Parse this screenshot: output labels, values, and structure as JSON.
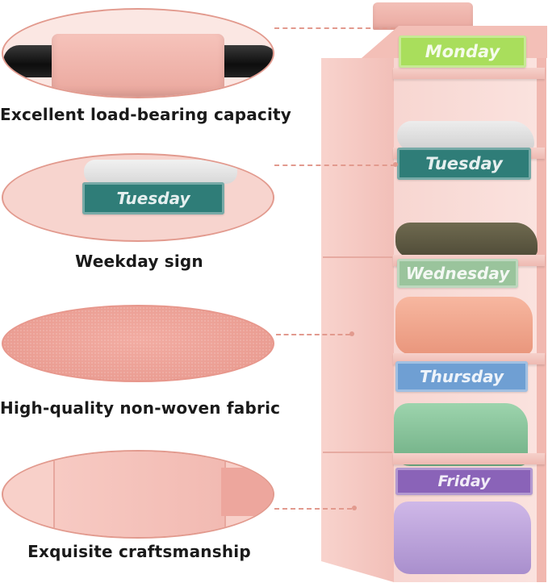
{
  "callouts": [
    {
      "label": "Excellent load-bearing capacity",
      "icon": "hanging-bar-closeup"
    },
    {
      "label": "Weekday sign",
      "icon": "label-closeup",
      "sample_tag": "Tuesday"
    },
    {
      "label": "High-quality non-woven fabric",
      "icon": "fabric-texture-closeup"
    },
    {
      "label": "Exquisite craftsmanship",
      "icon": "side-pocket-closeup"
    }
  ],
  "day_tags": [
    {
      "day": "Monday",
      "color": "#a9de5c"
    },
    {
      "day": "Tuesday",
      "color": "#2f7d78"
    },
    {
      "day": "Wednesday",
      "color": "#9ac49c"
    },
    {
      "day": "Thursday",
      "color": "#6f9fd3"
    },
    {
      "day": "Friday",
      "color": "#8a63b8"
    }
  ],
  "colors": {
    "organizer_pink": "#f6c6bf",
    "accent_line": "#e29a8e",
    "text": "#1a1a1a"
  }
}
